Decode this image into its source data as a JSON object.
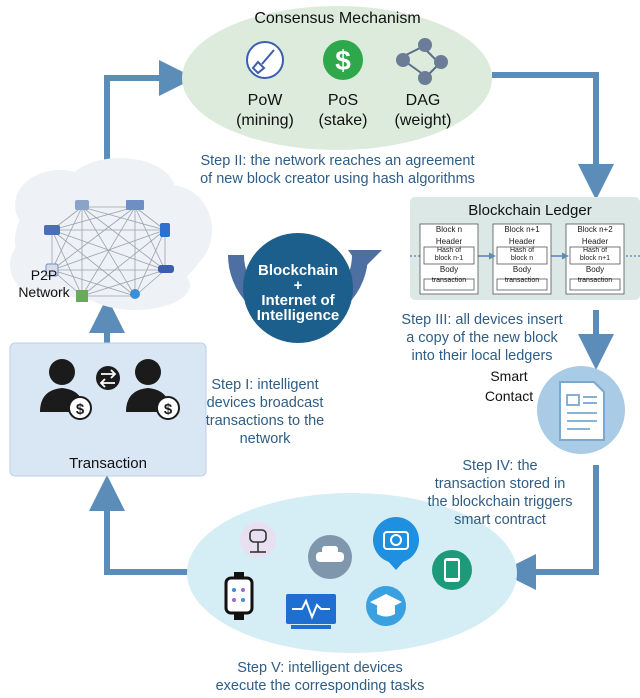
{
  "consensus": {
    "title": "Consensus Mechanism",
    "items": [
      {
        "name": "PoW",
        "sub": "(mining)",
        "icon": "shovel-icon",
        "color": "#3b5fae"
      },
      {
        "name": "PoS",
        "sub": "(stake)",
        "icon": "dollar-icon",
        "color": "#2ea84a"
      },
      {
        "name": "DAG",
        "sub": "(weight)",
        "icon": "graph-icon",
        "color": "#5b6f8a"
      }
    ]
  },
  "steps": {
    "step1": [
      "Step I: intelligent",
      "devices broadcast",
      "transactions to the",
      "network"
    ],
    "step2": [
      "Step II: the network reaches an agreement",
      "of new block creator using hash algorithms"
    ],
    "step3": [
      "Step III: all devices insert",
      "a copy of the new block",
      "into their local ledgers"
    ],
    "step4": [
      "Step IV: the",
      "transaction stored in",
      "the blockchain triggers",
      "smart contract"
    ],
    "step5": [
      "Step V: intelligent devices",
      "execute the corresponding tasks"
    ]
  },
  "ledger": {
    "title": "Blockchain Ledger",
    "blocks": [
      {
        "name": "Block n",
        "header": "Header",
        "hash": [
          "Hash of",
          "block n-1"
        ],
        "body": "Body",
        "tx": "transaction"
      },
      {
        "name": "Block n+1",
        "header": "Header",
        "hash": [
          "Hash of",
          "block n"
        ],
        "body": "Body",
        "tx": "transaction"
      },
      {
        "name": "Block n+2",
        "header": "Header",
        "hash": [
          "Hash of",
          "block n+1"
        ],
        "body": "Body",
        "tx": "transaction"
      }
    ]
  },
  "center": {
    "line1": "Blockchain",
    "line2": "+",
    "line3": "Internet of",
    "line4": "Intelligence"
  },
  "p2p": {
    "line1": "P2P",
    "line2": "Network"
  },
  "transaction": {
    "label": "Transaction"
  },
  "smart_contract": {
    "line1": "Smart",
    "line2": "Contact"
  },
  "colors": {
    "arrow": "#5b8db8",
    "step_text": "#2f5d86",
    "center_circle": "#1d5f8c",
    "ellipse_green": "#dcebdc",
    "ellipse_blue": "#d5edf5",
    "panel": "#d9e6f4"
  }
}
